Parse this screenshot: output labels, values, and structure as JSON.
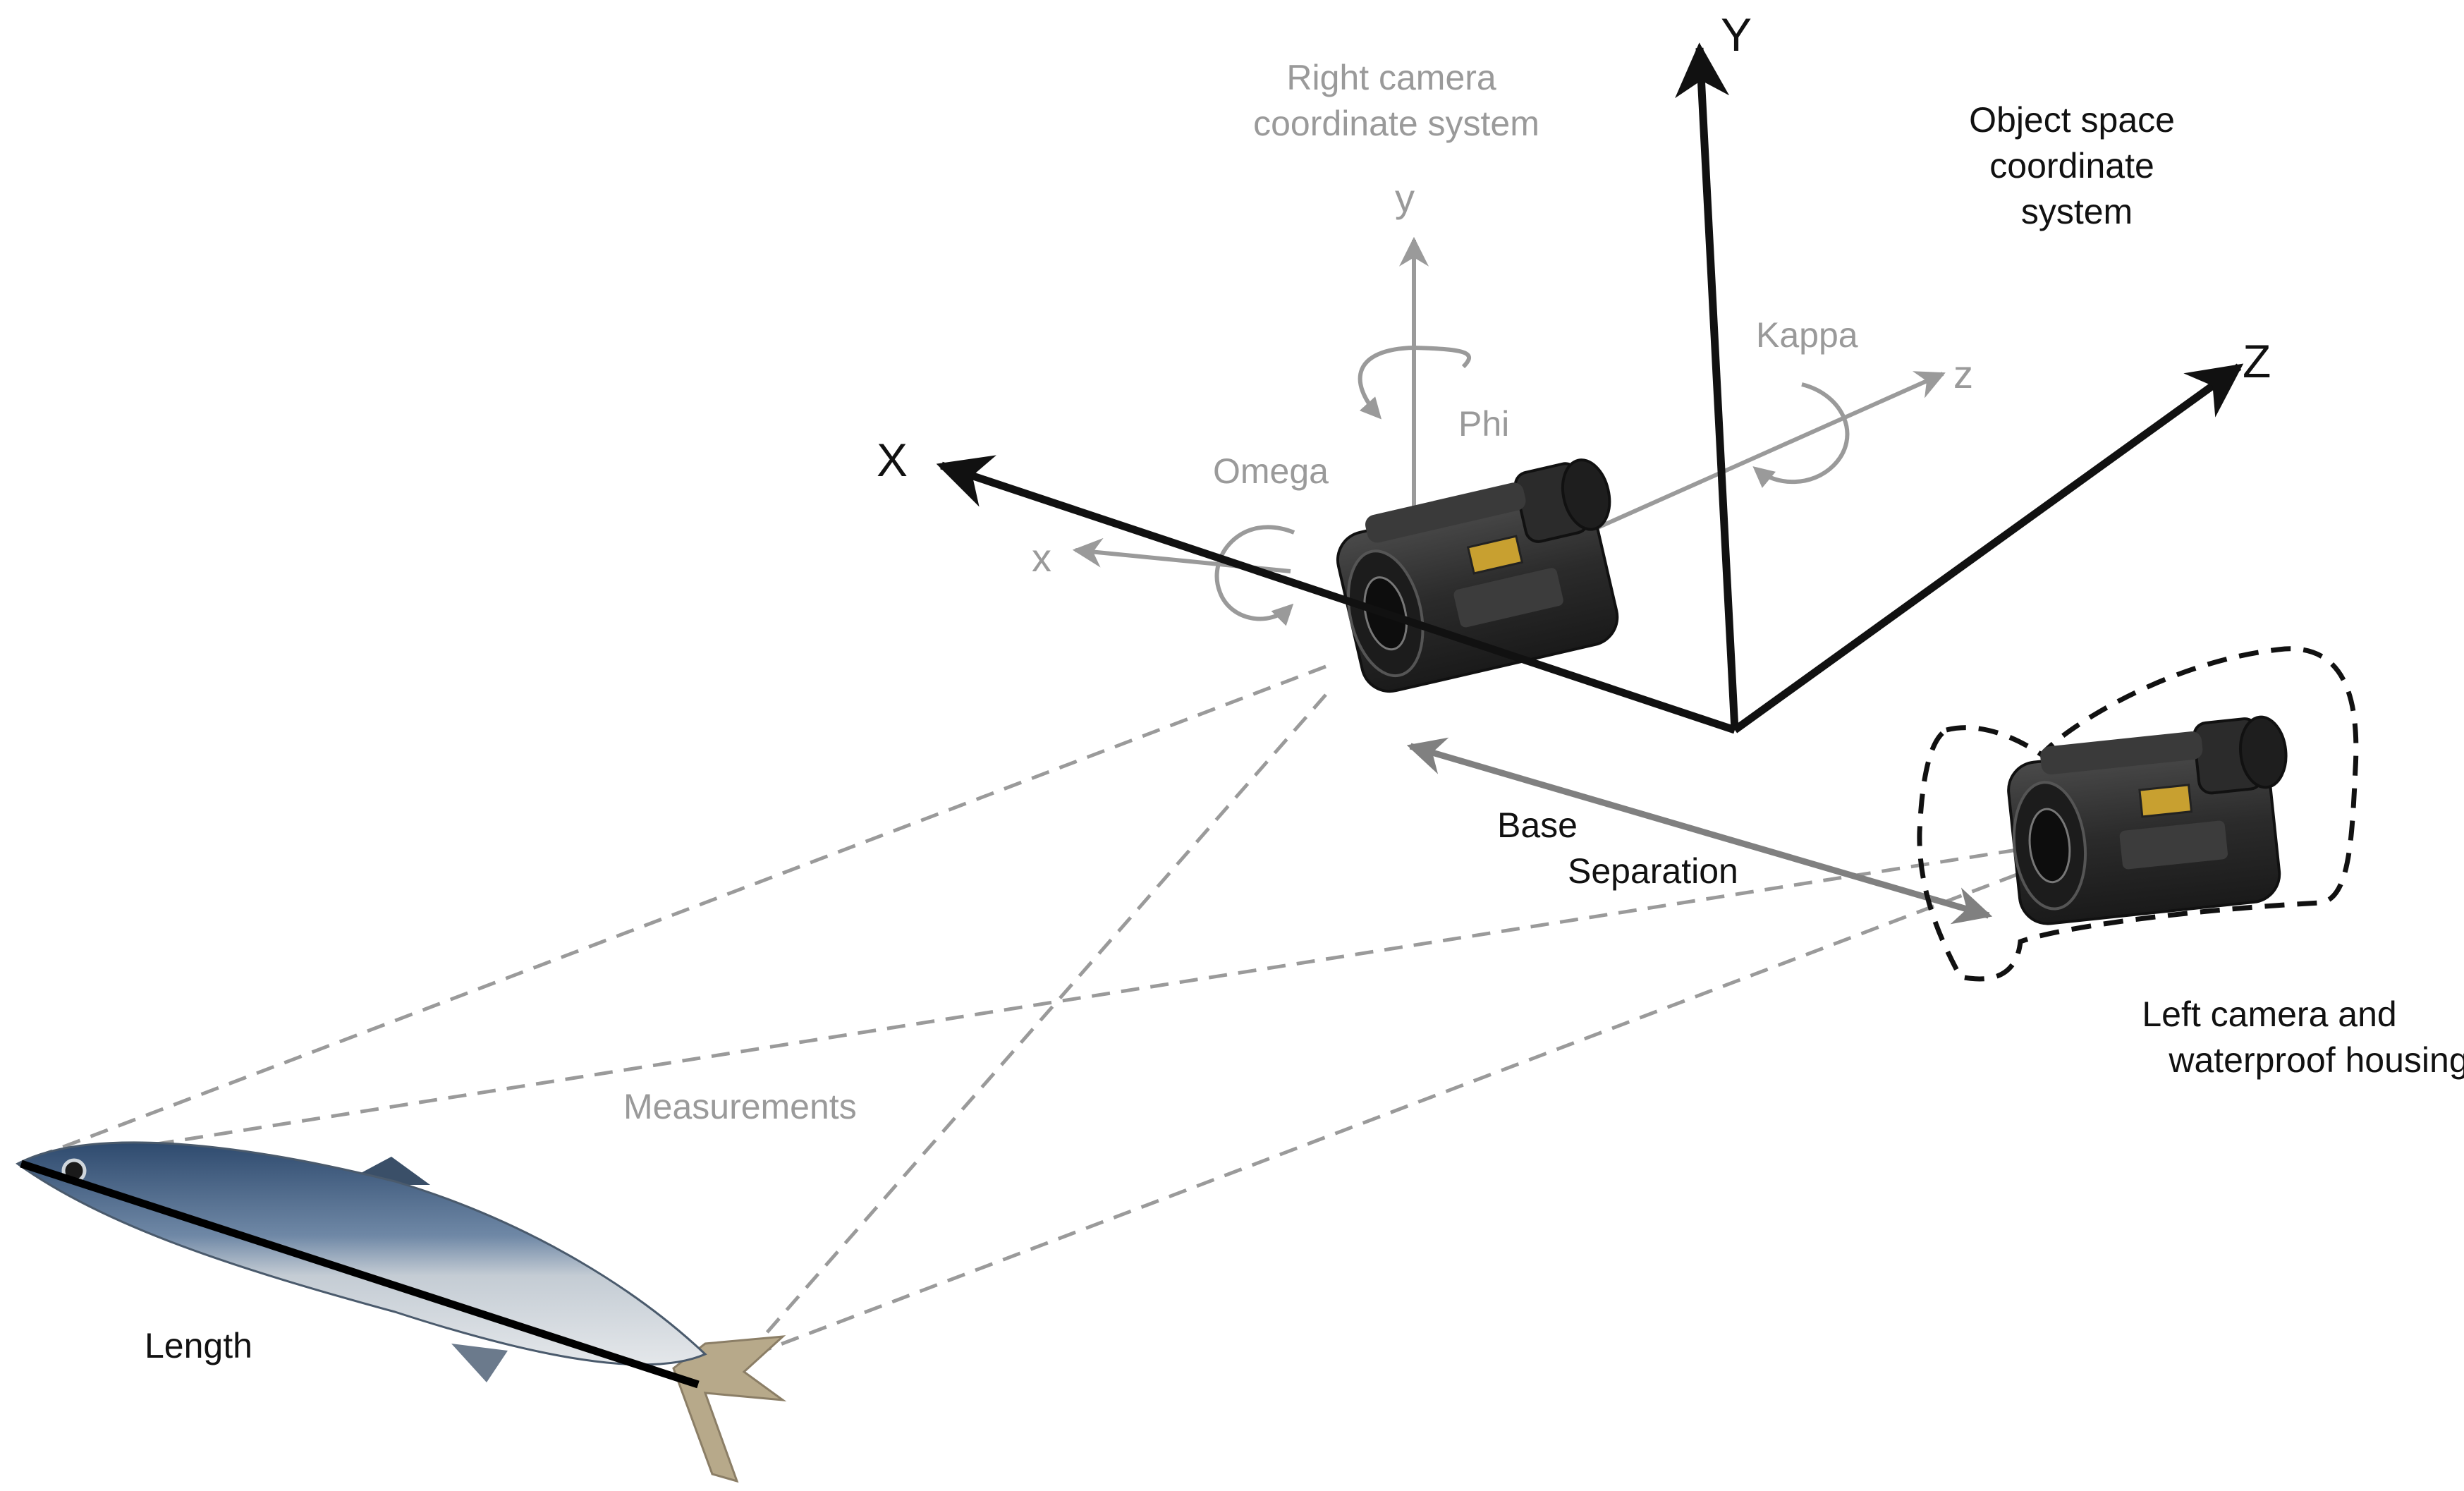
{
  "labels": {
    "axis_Y": "Y",
    "axis_X": "X",
    "axis_Z": "Z",
    "cam_y": "y",
    "cam_x": "x",
    "cam_z": "z",
    "right_camera_line1": "Right camera",
    "right_camera_line2": "coordinate system",
    "object_space_line1": "Object space",
    "object_space_line2": "coordinate",
    "object_space_line3": "system",
    "phi": "Phi",
    "omega": "Omega",
    "kappa": "Kappa",
    "base_line1": "Base",
    "base_line2": "Separation",
    "left_camera_line1": "Left camera and",
    "left_camera_line2": "waterproof housing",
    "measurements": "Measurements",
    "length": "Length"
  },
  "colors": {
    "object_axes": "#111111",
    "camera_axes": "#9a9a9a",
    "sight_lines": "#9a9a9a",
    "base_arrow": "#808080",
    "camera_body": "#2b2b2b",
    "fish_back": "#2e4a6e",
    "fish_belly": "#d8dde2"
  },
  "icons": {
    "right_camera": "camcorder-icon",
    "left_camera": "camcorder-icon",
    "fish": "tuna-fish-icon"
  }
}
